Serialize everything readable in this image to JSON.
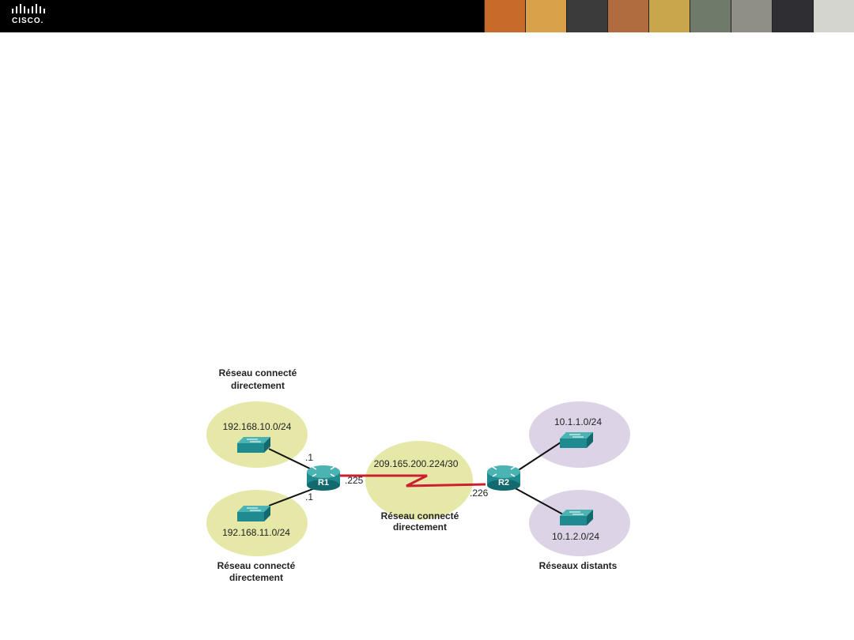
{
  "header": {
    "logo_text": "CISCO.",
    "photos": [
      "#c76a2a",
      "#d9a24a",
      "#3b3b3b",
      "#b06b3e",
      "#c9a64b",
      "#6f7a6a",
      "#8f8f88",
      "#2f2f33",
      "#d5d5d0"
    ]
  },
  "diagram": {
    "routers": {
      "r1": "R1",
      "r2": "R2"
    },
    "networks": {
      "lan1": "192.168.10.0/24",
      "lan2": "192.168.11.0/24",
      "wan": "209.165.200.224/30",
      "remote1": "10.1.1.0/24",
      "remote2": "10.1.2.0/24"
    },
    "interfaces": {
      "r1_lan1": ".1",
      "r1_lan2": ".1",
      "r1_wan": ".225",
      "r2_wan": ".226"
    },
    "captions": {
      "top_left_line1": "Réseau connecté",
      "top_left_line2": "directement",
      "bottom_left_line1": "Réseau connecté",
      "bottom_left_line2": "directement",
      "middle_line1": "Réseau connecté",
      "middle_line2": "directement",
      "right": "Réseaux distants"
    },
    "colors": {
      "direct_network": "#e6e8a8",
      "remote_network": "#ddd3e6",
      "serial_link": "#cc1f2f",
      "ethernet_link": "#111111",
      "device": "#1f8a8f"
    }
  }
}
